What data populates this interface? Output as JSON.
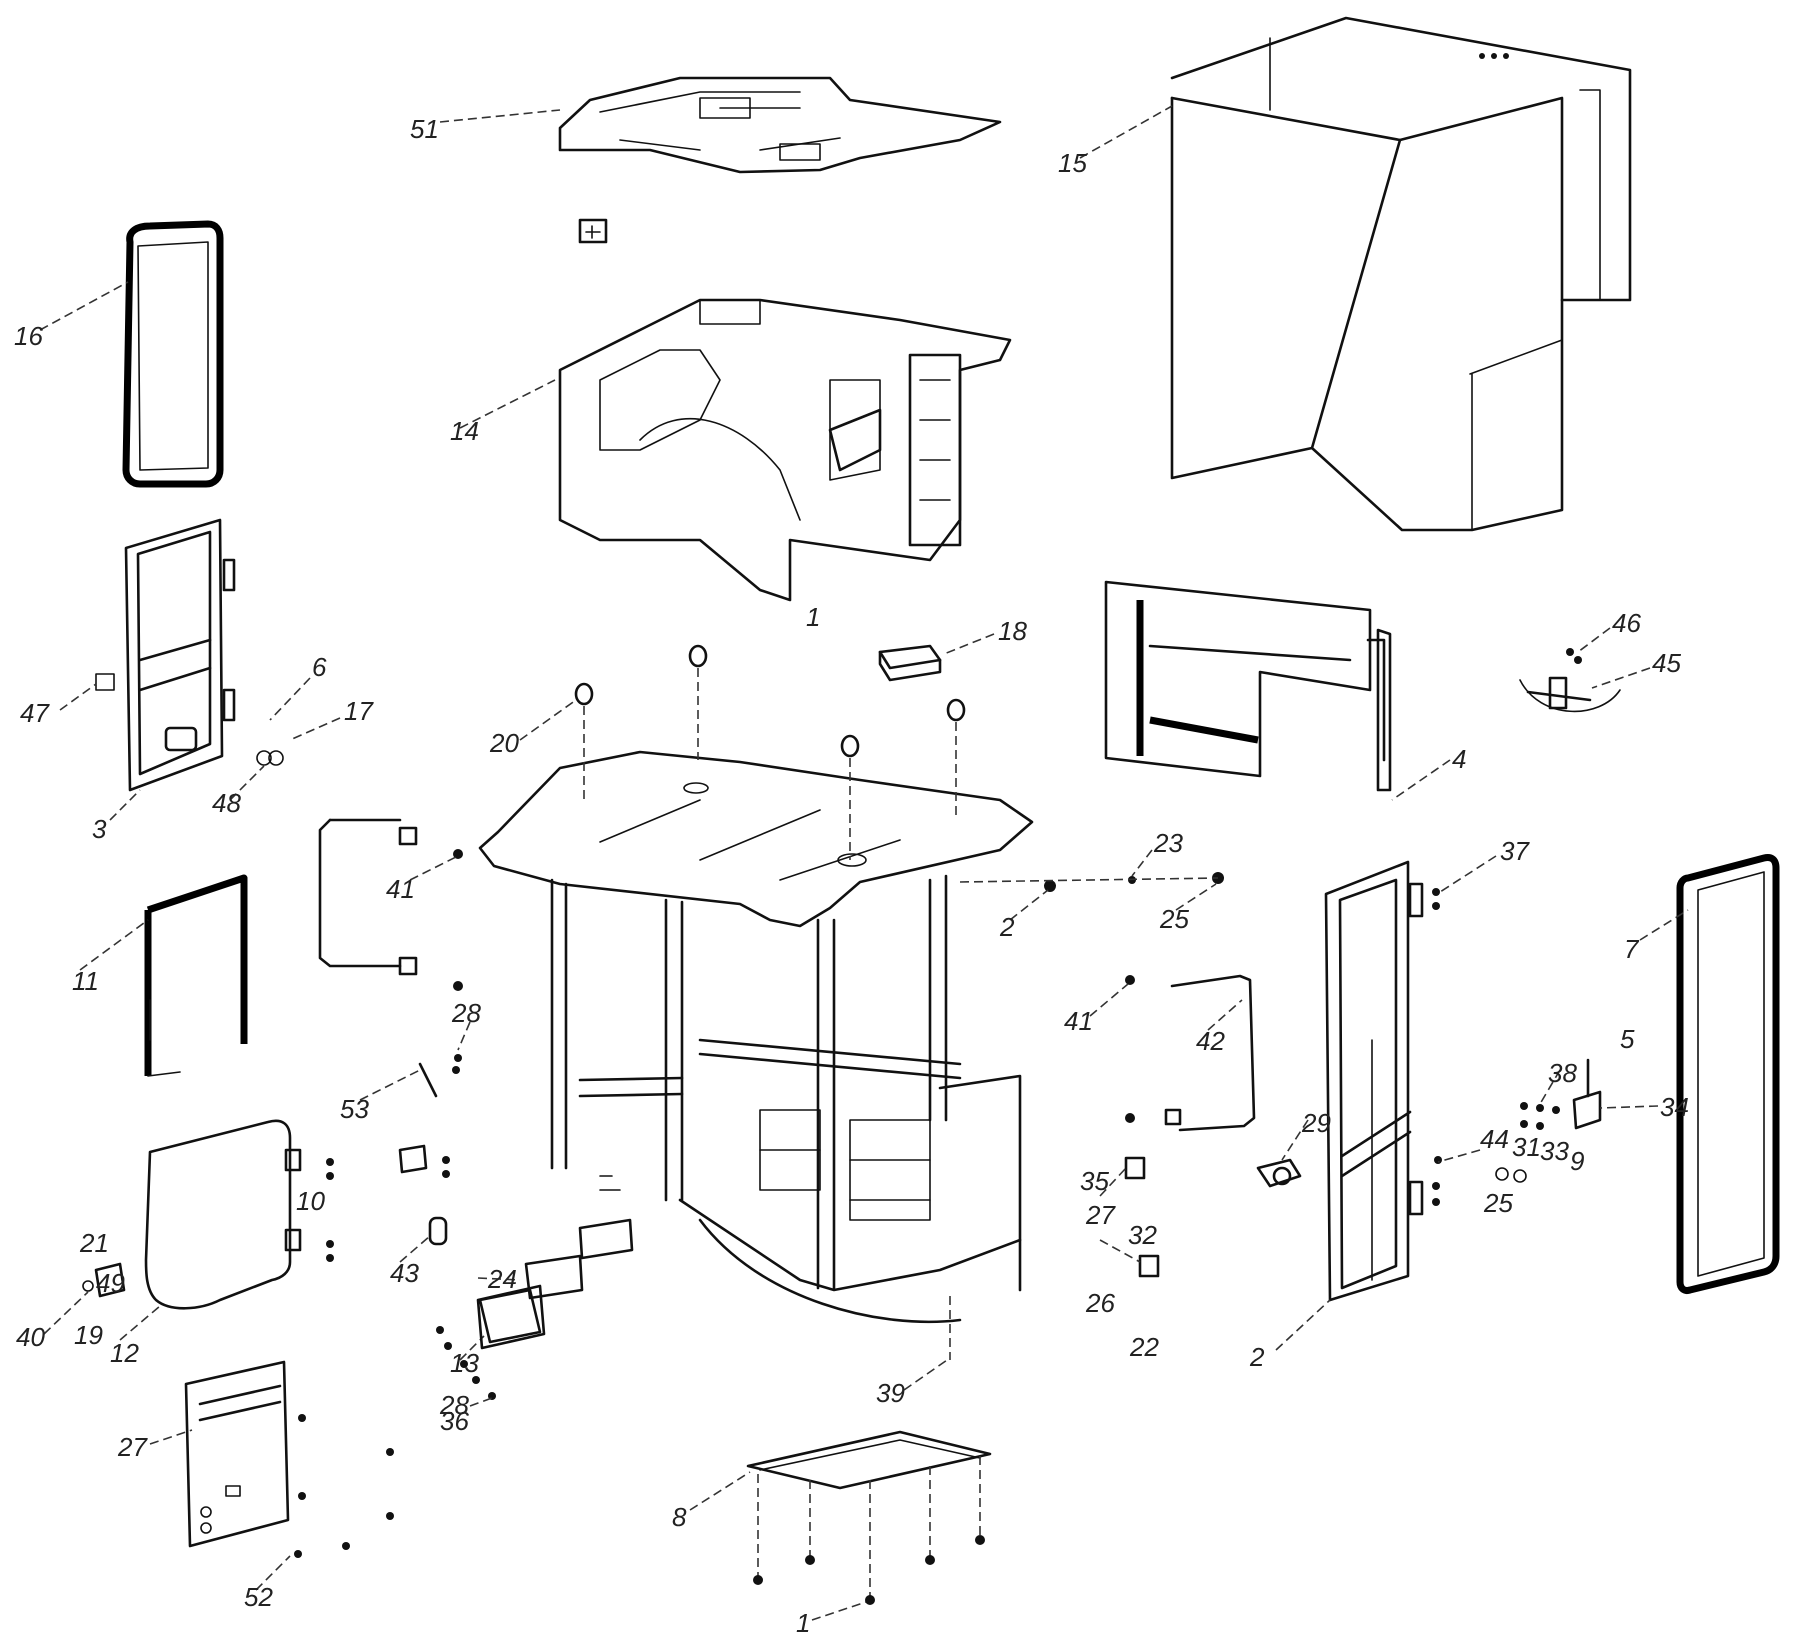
{
  "diagram": {
    "callouts": [
      {
        "id": "c-51",
        "text": "51"
      },
      {
        "id": "c-16-top",
        "text": "16"
      },
      {
        "id": "c-14",
        "text": "14"
      },
      {
        "id": "c-15-right",
        "text": "15"
      },
      {
        "id": "c-18",
        "text": "18"
      },
      {
        "id": "c-47-left",
        "text": "47"
      },
      {
        "id": "c-6-left",
        "text": "6"
      },
      {
        "id": "c-17",
        "text": "17"
      },
      {
        "id": "c-3",
        "text": "3"
      },
      {
        "id": "c-48",
        "text": "48"
      },
      {
        "id": "c-20",
        "text": "20"
      },
      {
        "id": "c-1-roof",
        "text": "1"
      },
      {
        "id": "c-46",
        "text": "46"
      },
      {
        "id": "c-45",
        "text": "45"
      },
      {
        "id": "c-4-panel",
        "text": "4"
      },
      {
        "id": "c-41-left",
        "text": "41"
      },
      {
        "id": "c-11",
        "text": "11"
      },
      {
        "id": "c-23",
        "text": "23"
      },
      {
        "id": "c-2-bolt",
        "text": "2"
      },
      {
        "id": "c-25-top",
        "text": "25"
      },
      {
        "id": "c-37-right",
        "text": "37"
      },
      {
        "id": "c-7-right",
        "text": "7"
      },
      {
        "id": "c-41-right",
        "text": "41"
      },
      {
        "id": "c-42",
        "text": "42"
      },
      {
        "id": "c-28-mid",
        "text": "28"
      },
      {
        "id": "c-53",
        "text": "53"
      },
      {
        "id": "c-29",
        "text": "29"
      },
      {
        "id": "c-35",
        "text": "35"
      },
      {
        "id": "c-44",
        "text": "44"
      },
      {
        "id": "c-38",
        "text": "38"
      },
      {
        "id": "c-34",
        "text": "34"
      },
      {
        "id": "c-31",
        "text": "31"
      },
      {
        "id": "c-33",
        "text": "33"
      },
      {
        "id": "c-9",
        "text": "9"
      },
      {
        "id": "c-25-right",
        "text": "25"
      },
      {
        "id": "c-5",
        "text": "5"
      },
      {
        "id": "c-27-mid",
        "text": "27"
      },
      {
        "id": "c-32",
        "text": "32"
      },
      {
        "id": "c-26",
        "text": "26"
      },
      {
        "id": "c-2-door",
        "text": "2"
      },
      {
        "id": "c-10",
        "text": "10"
      },
      {
        "id": "c-24",
        "text": "24"
      },
      {
        "id": "c-13",
        "text": "13"
      },
      {
        "id": "c-43",
        "text": "43"
      },
      {
        "id": "c-22",
        "text": "22"
      },
      {
        "id": "c-40",
        "text": "40"
      },
      {
        "id": "c-21",
        "text": "21"
      },
      {
        "id": "c-19",
        "text": "19"
      },
      {
        "id": "c-28-low",
        "text": "28"
      },
      {
        "id": "c-49",
        "text": "49"
      },
      {
        "id": "c-36",
        "text": "36"
      },
      {
        "id": "c-12",
        "text": "12"
      },
      {
        "id": "c-39",
        "text": "39"
      },
      {
        "id": "c-8",
        "text": "8"
      },
      {
        "id": "c-1-floor",
        "text": "1"
      },
      {
        "id": "c-27-plate",
        "text": "27"
      },
      {
        "id": "c-52",
        "text": "52"
      }
    ]
  }
}
